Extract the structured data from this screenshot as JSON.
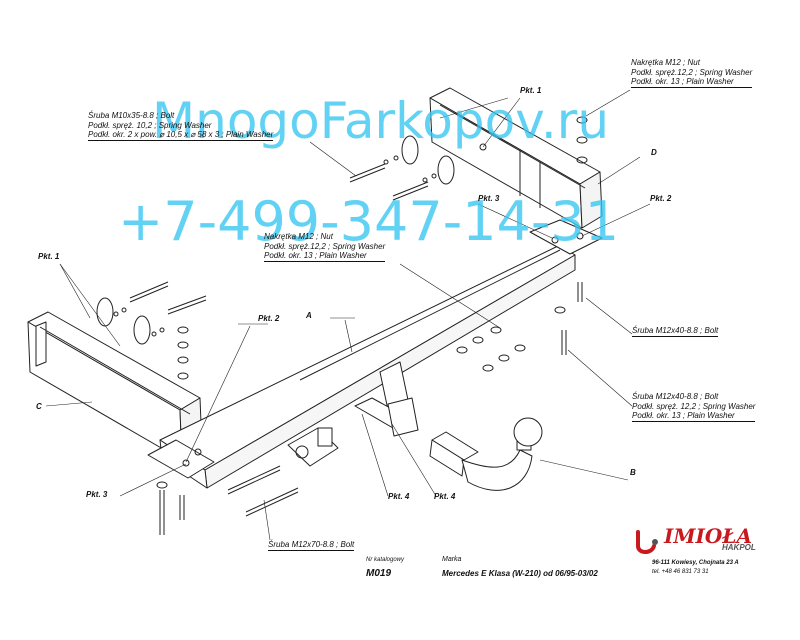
{
  "watermark": {
    "site": "MnogoFarkopov.ru",
    "phone": "+7-499-347-14-31",
    "color": "#35c6f0"
  },
  "labels": {
    "top_right": [
      "Nakrętka  M12 ; Nut",
      "Podkł. spręż.12,2 ; Spring Washer",
      "Podkł. okr. 13 ; Plain Washer"
    ],
    "top_left": [
      "Śruba  M10x35-8.8 ;  Bolt",
      "Podkł. spręż. 10,2 ; Spring Washer",
      "Podkł. okr. 2 x pow.  ⌀ 10,5 x ⌀ 58 x 3 ; Plain Washer"
    ],
    "middle": [
      "Nakrętka  M12 ; Nut",
      "Podkł. spręż.12,2 ; Spring Washer",
      "Podkł. okr. 13 ; Plain Washer"
    ],
    "right_bolt": "Śruba  M12x40-8.8 ;  Bolt",
    "right_group": [
      "Śruba  M12x40-8.8 ;  Bolt",
      "Podkł. spręż. 12,2 ; Spring Washer",
      "Podkł. okr. 13 ; Plain Washer"
    ],
    "bottom_bolt": "Śruba  M12x70-8.8 ;  Bolt"
  },
  "pkt": {
    "p1_top": "Pkt. 1",
    "p3_top": "Pkt. 3",
    "p2_top": "Pkt. 2",
    "p1_left": "Pkt. 1",
    "p2_mid": "Pkt. 2",
    "p3_bot": "Pkt. 3",
    "p4_a": "Pkt. 4",
    "p4_b": "Pkt. 4"
  },
  "letters": {
    "A": "A",
    "B": "B",
    "C": "C",
    "D": "D"
  },
  "title_block": {
    "catalog_caption": "Nr katalogowy",
    "brand_caption": "Marka",
    "catalog_no": "M019",
    "vehicle": "Mercedes  E Klasa  (W-210)    od  06/95-03/02"
  },
  "company": {
    "logo": "IMIOŁA",
    "sub": "HAKPOL",
    "address": "96-111 Kowiesy, Chojnata 23 A",
    "phone": "tel. +48 46 831 73 31",
    "brand_color": "#c8191e"
  }
}
